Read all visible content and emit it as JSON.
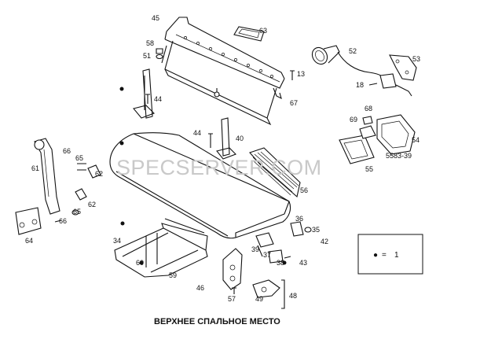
{
  "title": "ВЕРХНЕЕ СПАЛЬНОЕ МЕСТО",
  "watermark": "SPECSERVER.COM",
  "legend": {
    "marker": "●",
    "equals": "=",
    "value": "1"
  },
  "labels": {
    "p45": "45",
    "p63": "63",
    "p58": "58",
    "p51": "51",
    "p13": "13",
    "p67": "67",
    "p52": "52",
    "p53": "53",
    "p18": "18",
    "p44a": "44",
    "p44b": "44",
    "p40": "40",
    "p68": "68",
    "p69": "69",
    "p54": "54",
    "p55": "55",
    "ref": "5583-39",
    "p56": "56",
    "p66a": "66",
    "p65a": "65",
    "p61": "61",
    "p62a": "62",
    "p62b": "62",
    "p65b": "65",
    "p66b": "66",
    "p64": "64",
    "p36": "36",
    "p35": "35",
    "p42": "42",
    "p34": "34",
    "p39": "39",
    "p37": "37",
    "p38": "38",
    "p43": "43",
    "p60": "60",
    "p59": "59",
    "p46": "46",
    "p57": "57",
    "p49": "49",
    "p48": "48"
  },
  "colors": {
    "ink": "#111111",
    "watermark": "#c9c9c9",
    "paper": "#ffffff"
  }
}
